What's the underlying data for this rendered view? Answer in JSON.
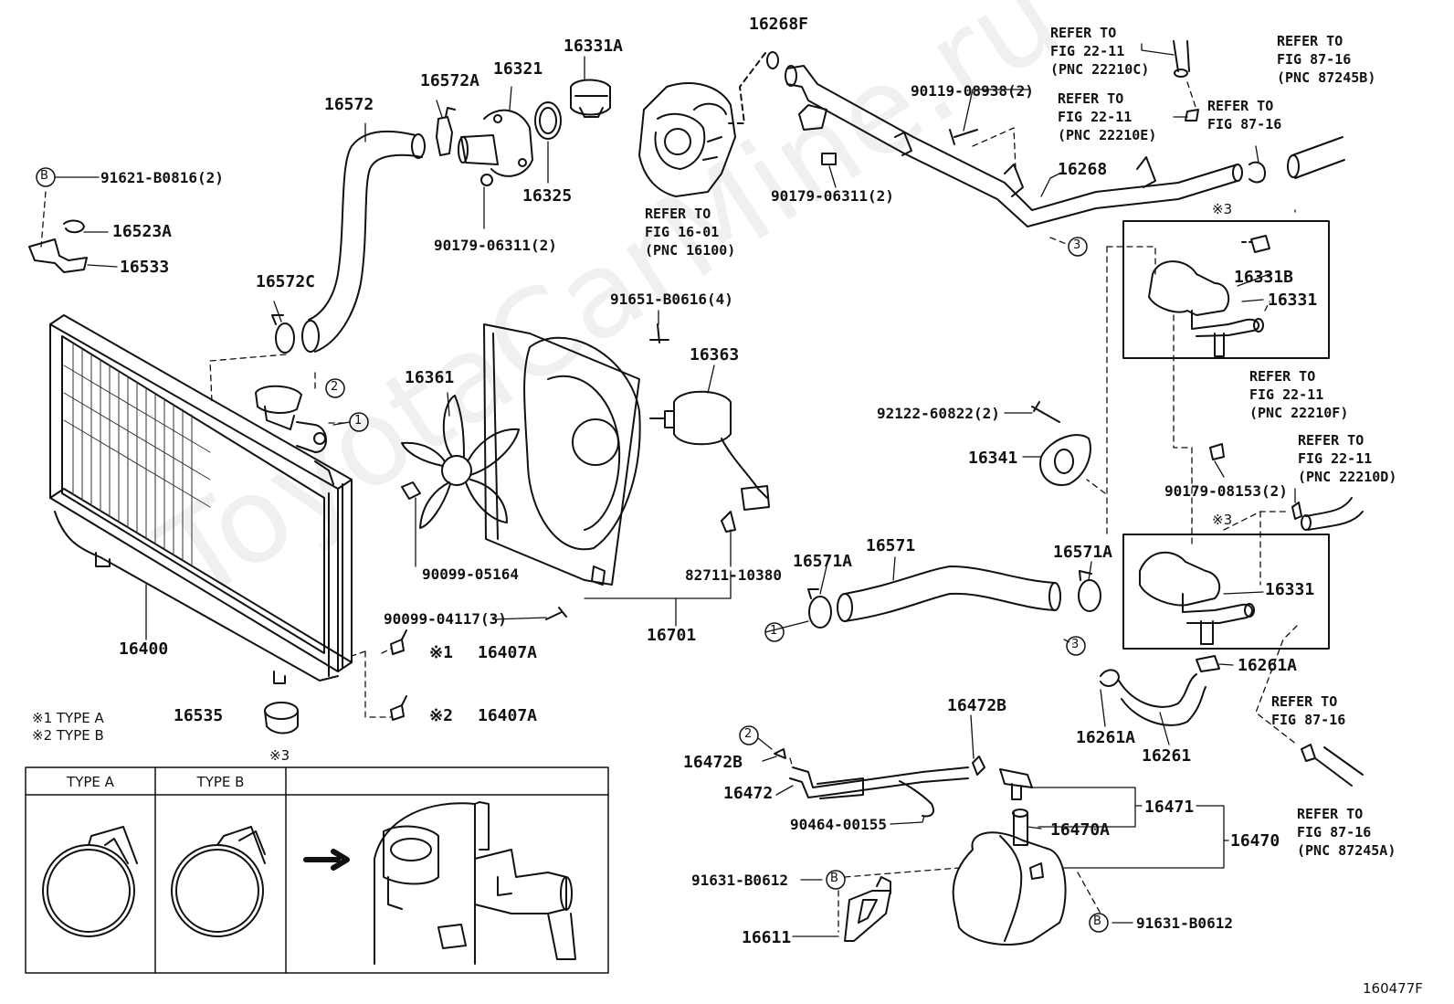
{
  "watermark": "ToyotaCarMine.ru",
  "figure_code": "160477F",
  "labels": {
    "p16572": "16572",
    "p16572A": "16572A",
    "p16321": "16321",
    "p16331A": "16331A",
    "p16325": "16325",
    "p90179_1": "90179-06311(2)",
    "p16268F": "16268F",
    "p91621": "91621-B0816(2)",
    "p16523A": "16523A",
    "p16533": "16533",
    "p16572C": "16572C",
    "p90119": "90119-08938(2)",
    "p90179_2": "90179-06311(2)",
    "p16268": "16268",
    "p16331B": "16331B",
    "p16331_top": "16331",
    "p91651": "91651-B0616(4)",
    "p16363": "16363",
    "p16361": "16361",
    "p92122": "92122-60822(2)",
    "p16341": "16341",
    "p90179_3": "90179-08153(2)",
    "p90099_05164": "90099-05164",
    "p82711": "82711-10380",
    "p16701": "16701",
    "p16571A_1": "16571A",
    "p16571": "16571",
    "p16571A_2": "16571A",
    "p16331_bot": "16331",
    "p90099_04117": "90099-04117(3)",
    "p16400": "16400",
    "p16407A_1": "16407A",
    "p16407A_2": "16407A",
    "p16535": "16535",
    "p16261A_1": "16261A",
    "p16261A_2": "16261A",
    "p16261": "16261",
    "p16472B_1": "16472B",
    "p16472B_2": "16472B",
    "p16472": "16472",
    "p90464": "90464-00155",
    "p16470A": "16470A",
    "p16471": "16471",
    "p16470": "16470",
    "p91631_1": "91631-B0612",
    "p91631_2": "91631-B0612",
    "p16611": "16611",
    "mark1": "※1",
    "mark2": "※2"
  },
  "refer_notes": {
    "r_22210C": "REFER TO\nFIG 22-11\n(PNC 22210C)",
    "r_87245B": "REFER TO\nFIG 87-16\n(PNC 87245B)",
    "r_22210E": "REFER TO\nFIG 22-11\n(PNC 22210E)",
    "r_87_16": "REFER TO\nFIG 87-16",
    "r_16100": "REFER TO\nFIG 16-01\n(PNC 16100)",
    "r_22210F": "REFER TO\nFIG 22-11\n(PNC 22210F)",
    "r_22210D": "REFER TO\nFIG 22-11\n(PNC 22210D)",
    "r_87_16b": "REFER TO\nFIG 87-16",
    "r_87245A": "REFER TO\nFIG 87-16\n(PNC 87245A)"
  },
  "callouts": {
    "c1": "1",
    "c2": "2",
    "c3": "3",
    "cB": "B"
  },
  "notes": {
    "star3_a": "※3",
    "star3_b": "※3",
    "star3_c": "※3"
  },
  "legend": {
    "type_a": "※1  TYPE A",
    "type_b": "※2  TYPE B"
  },
  "table": {
    "header_a": "TYPE A",
    "header_b": "TYPE B"
  }
}
